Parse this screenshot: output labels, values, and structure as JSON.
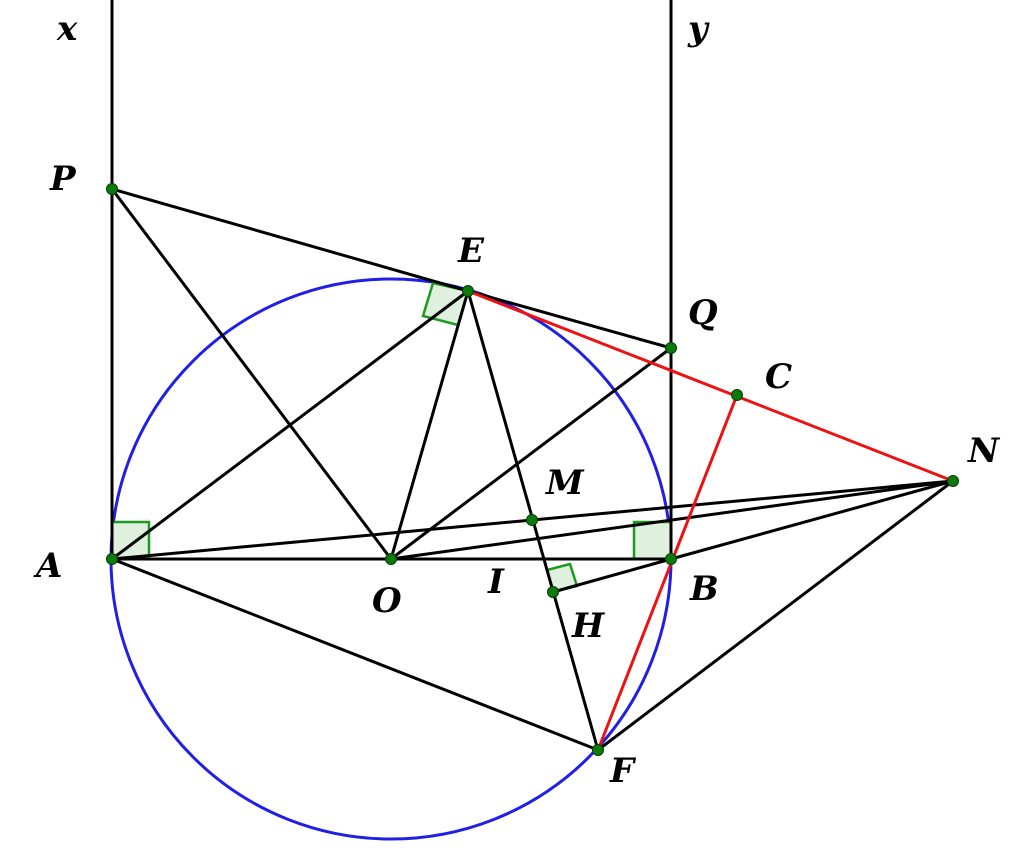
{
  "colors": {
    "background": "#ffffff",
    "line": "#000000",
    "circle": "#1f1fe6",
    "highlight": "#ee1111",
    "point": "#0a7a0a",
    "right_angle_stroke": "#1e9a1e",
    "right_angle_fill": "#dff0df"
  },
  "labels": {
    "x": "x",
    "y": "y",
    "P": "P",
    "E": "E",
    "Q": "Q",
    "C": "C",
    "N": "N",
    "M": "M",
    "A": "A",
    "O": "O",
    "I": "I",
    "B": "B",
    "H": "H",
    "F": "F"
  }
}
